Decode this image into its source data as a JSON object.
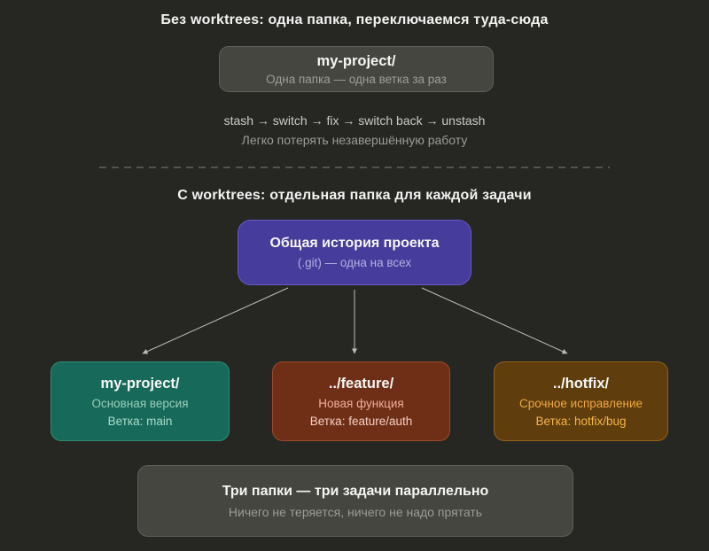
{
  "colors": {
    "background": "#262623",
    "neutral_box_fill": "#45463F",
    "neutral_box_border": "#5E5F57",
    "divider": "#53544D",
    "arrow": "#BDBDB8",
    "title_text": "#F2F2F0",
    "muted_text": "#9C9C96"
  },
  "section_without": {
    "title": "Без worktrees: одна папка, переключаемся туда-сюда",
    "box": {
      "title": "my-project/",
      "subtitle": "Одна папка — одна ветка за раз"
    },
    "flow": "stash → switch → fix → switch back → unstash",
    "warning": "Легко потерять незавершённую работу"
  },
  "section_with": {
    "title": "С worktrees: отдельная папка для каждой задачи",
    "root_box": {
      "title": "Общая история проекта",
      "subtitle": "(.git) — одна на всех",
      "fill": "#463C9B",
      "border": "#645AC8",
      "subtitle_color": "#B5AFE5"
    },
    "worktrees": [
      {
        "title": "my-project/",
        "subtitle": "Основная версия",
        "branch": "Ветка: main",
        "fill": "#17695A",
        "border": "#2F8C74",
        "subtitle_color": "#99CEB8",
        "branch_color": "#A9DCC8"
      },
      {
        "title": "../feature/",
        "subtitle": "Новая функция",
        "branch": "Ветка: feature/auth",
        "fill": "#6F2F17",
        "border": "#9C4A28",
        "subtitle_color": "#F0AC9A",
        "branch_color": "#F6CFC3"
      },
      {
        "title": "../hotfix/",
        "subtitle": "Срочное исправление",
        "branch": "Ветка: hotfix/bug",
        "fill": "#5F3D0D",
        "border": "#96621A",
        "subtitle_color": "#F0A83D",
        "branch_color": "#F5B54A"
      }
    ],
    "summary_box": {
      "title": "Три папки — три задачи параллельно",
      "subtitle": "Ничего не теряется, ничего не надо прятать"
    }
  }
}
